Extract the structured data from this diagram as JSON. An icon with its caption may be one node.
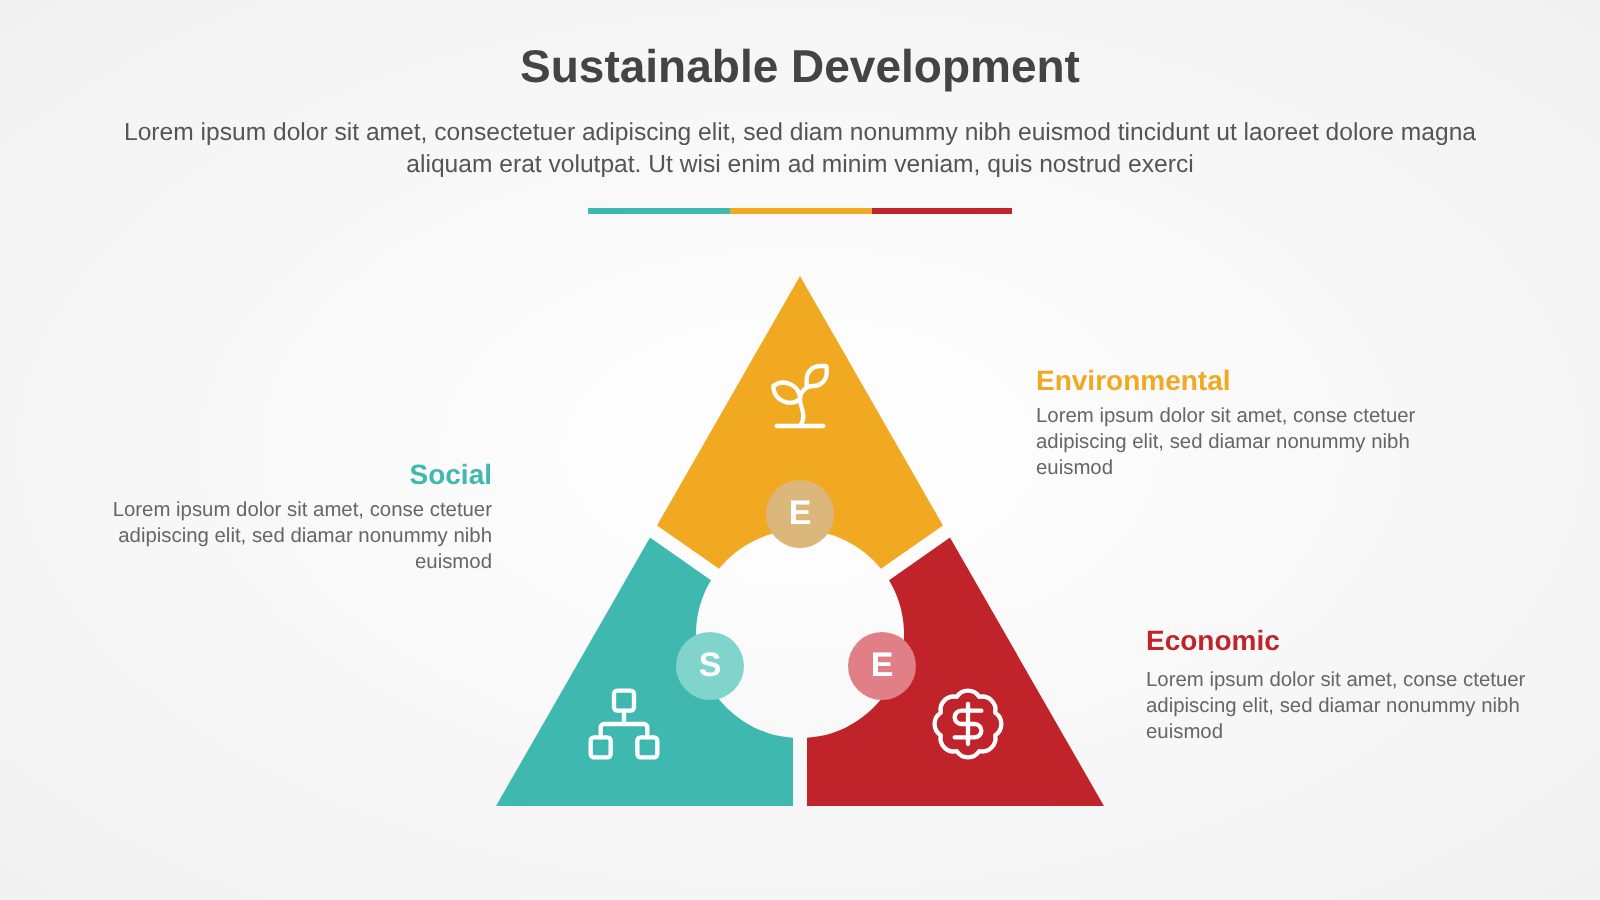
{
  "diagram": {
    "title": "Sustainable Development",
    "nodes": [
      {
        "text": [
          "E"
        ]
      },
      {
        "text": [
          "S"
        ]
      },
      {
        "text": [
          "E"
        ]
      }
    ],
    "labels": [
      "Lorem ipsum dolor sit amet, consectetuer adipiscing elit, sed diam nonummy nibh euismod tincidunt ut laoreet dolore magna aliquam erat volutpat. Ut wisi enim ad minim veniam, quis nostrud exerci",
      "Social",
      "Lorem ipsum dolor sit amet, conse ctetuer adipiscing elit, sed diamar nonummy nibh euismod",
      "Environmental",
      "Lorem ipsum dolor sit amet, conse ctetuer adipiscing elit, sed diamar nonummy nibh euismod",
      "Economic",
      "Lorem ipsum dolor sit amet, conse ctetuer adipiscing elit, sed diamar nonummy nibh euismod"
    ]
  }
}
